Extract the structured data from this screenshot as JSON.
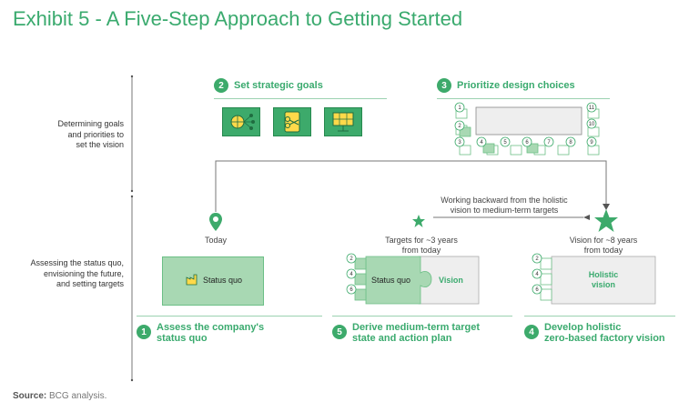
{
  "title": "Exhibit 5 - A Five-Step Approach to Getting Started",
  "side_labels": {
    "top": "Determining goals\nand priorities to\nset the vision",
    "bottom": "Assessing the status quo,\nenvisioning the future,\nand setting targets"
  },
  "steps": {
    "s1": {
      "num": "1",
      "label": "Assess the company's\nstatus quo"
    },
    "s2": {
      "num": "2",
      "label": "Set strategic goals"
    },
    "s3": {
      "num": "3",
      "label": "Prioritize design choices"
    },
    "s4": {
      "num": "4",
      "label": "Develop holistic\nzero-based factory vision"
    },
    "s5": {
      "num": "5",
      "label": "Derive medium-term target\nstate and action plan"
    }
  },
  "grid_numbers": [
    "1",
    "2",
    "3",
    "4",
    "5",
    "6",
    "7",
    "8",
    "9",
    "10",
    "11"
  ],
  "today_label": "Today",
  "working_backward": "Working backward from the holistic\nvision to medium-term targets",
  "targets_label": "Targets for ~3 years\nfrom today",
  "vision_label": "Vision for ~8 years\nfrom today",
  "status_quo": "Status quo",
  "status_quo_mid": "Status quo",
  "vision_mid": "Vision",
  "holistic_vision": "Holistic\nvision",
  "box_numbers": [
    "2",
    "4",
    "6"
  ],
  "source_label": "Source:",
  "source_text": "BCG analysis.",
  "colors": {
    "accent": "#3daa6b",
    "light": "#a8d8b3",
    "grey": "#eeeeee"
  },
  "icons": [
    "network-icon",
    "scissors-phone-icon",
    "solar-panel-icon",
    "factory-icon",
    "location-pin-icon",
    "star-icon"
  ]
}
